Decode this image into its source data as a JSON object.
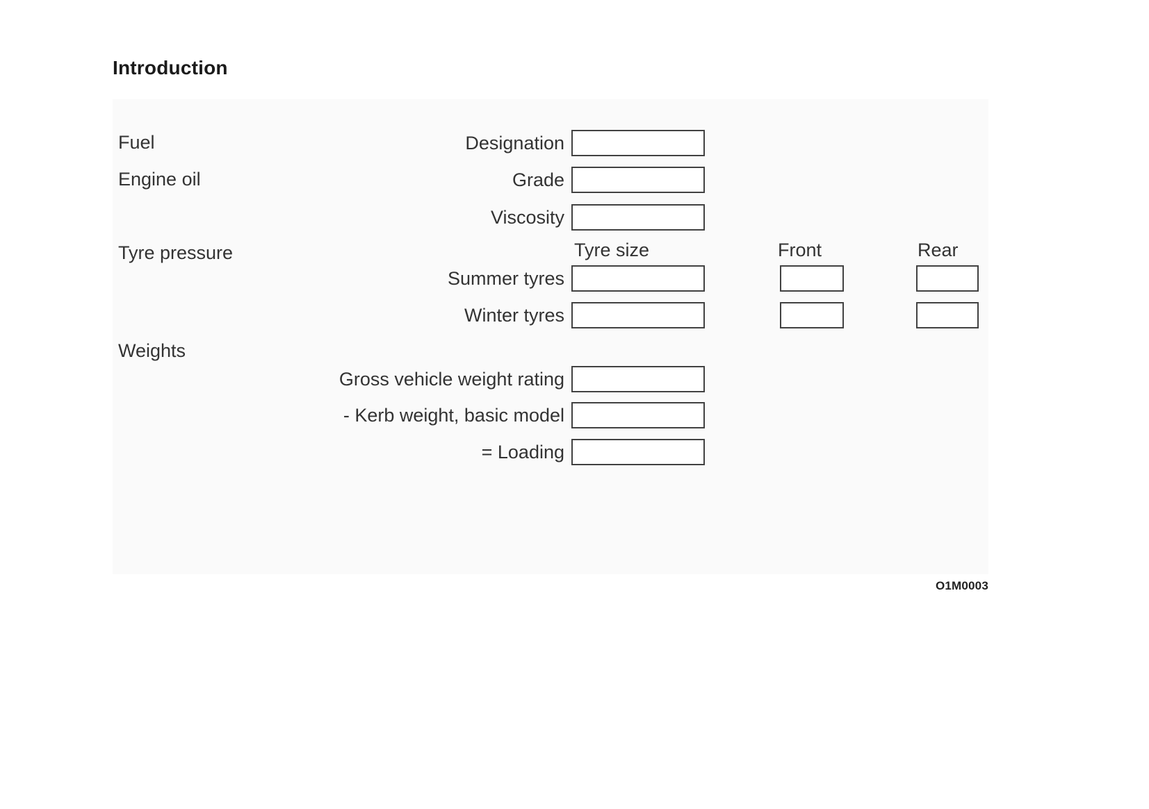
{
  "page_title": "Introduction",
  "figure_code": "O1M0003",
  "row_labels": {
    "fuel": "Fuel",
    "engine_oil": "Engine oil",
    "tyre_pressure": "Tyre pressure",
    "weights": "Weights"
  },
  "column_headers": {
    "tyre_size": "Tyre size",
    "front": "Front",
    "rear": "Rear"
  },
  "fields": {
    "designation": {
      "label": "Designation",
      "value": ""
    },
    "grade": {
      "label": "Grade",
      "value": ""
    },
    "viscosity": {
      "label": "Viscosity",
      "value": ""
    },
    "summer_tyres": {
      "label": "Summer tyres",
      "size_value": "",
      "front_value": "",
      "rear_value": ""
    },
    "winter_tyres": {
      "label": "Winter tyres",
      "size_value": "",
      "front_value": "",
      "rear_value": ""
    },
    "gross_vehicle_weight_rating": {
      "label": "Gross vehicle weight rating",
      "value": ""
    },
    "kerb_weight": {
      "label": "- Kerb weight, basic model",
      "value": ""
    },
    "loading": {
      "label": "= Loading",
      "value": ""
    }
  },
  "colors": {
    "panel_bg": "#fafafa",
    "text": "#333333",
    "box_border": "#414141",
    "box_bg": "#ffffff"
  }
}
